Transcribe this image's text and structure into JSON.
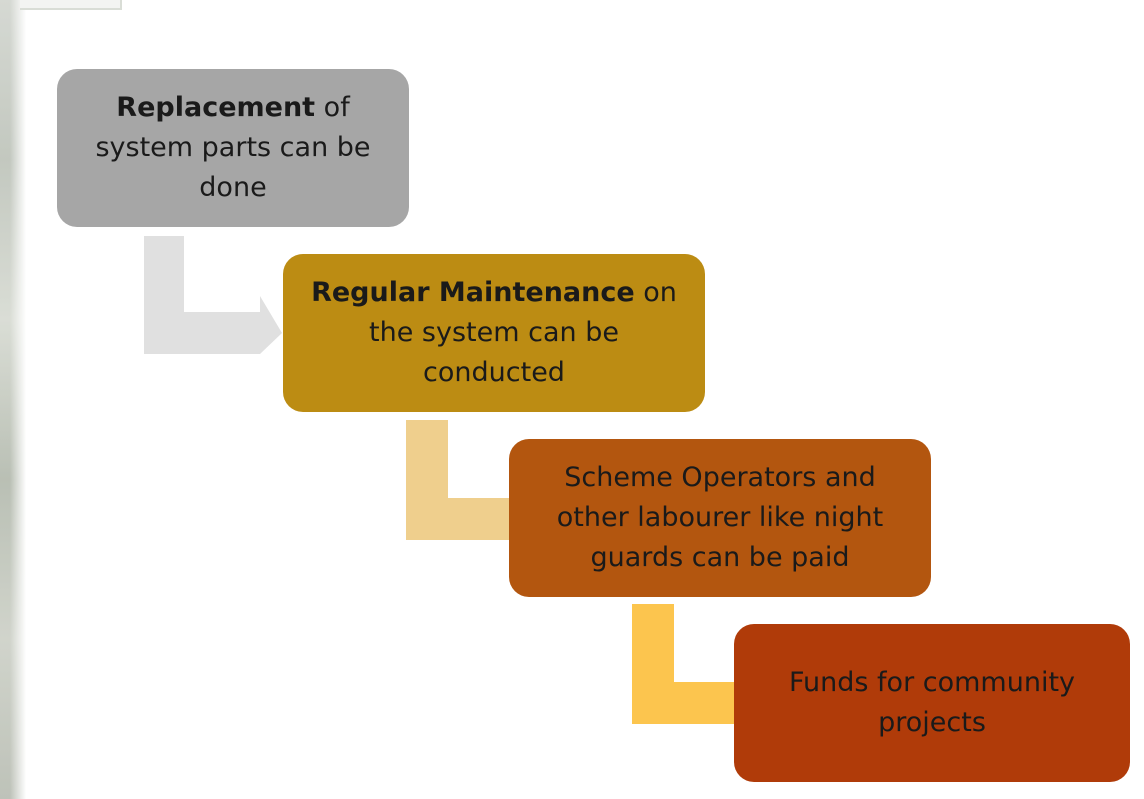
{
  "steps": [
    {
      "bold": "Replacement",
      "rest": " of system parts can be done"
    },
    {
      "bold": "Regular Maintenance",
      "rest": " on the system can be conducted"
    },
    {
      "bold": "",
      "rest": "Scheme Operators and other labourer like night guards can be paid"
    },
    {
      "bold": "",
      "rest": "Funds for community projects"
    }
  ],
  "colors": {
    "step_1": "#a6a6a6",
    "step_2": "#bc8c13",
    "step_3": "#b3560f",
    "step_4": "#b03b09",
    "arrow_1": "#e0e0e0",
    "arrow_2": "#efcf8d",
    "arrow_3": "#fcc54e"
  }
}
